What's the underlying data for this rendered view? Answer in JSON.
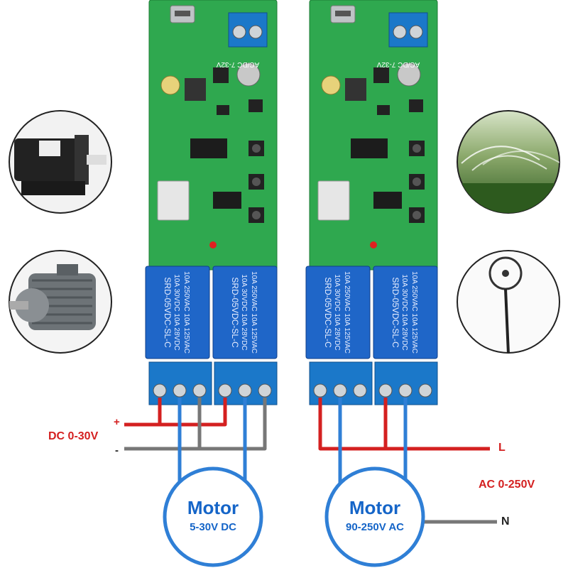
{
  "boards": [
    {
      "input_marking": "AC/DC 7-32V",
      "relay_text_lines": [
        "10A 250VAC  10A 125VAC",
        "10A 30VDC  10A 28VDC",
        "SRD-05VDC-SL-C"
      ]
    },
    {
      "input_marking": "AC/DC 7-32V",
      "relay_text_lines": [
        "10A 250VAC  10A 125VAC",
        "10A 30VDC  10A 28VDC",
        "SRD-05VDC-SL-C"
      ]
    }
  ],
  "left_circuit": {
    "supply_label": "DC 0-30V",
    "plus_sign": "+",
    "minus_sign": "-",
    "motor_title": "Motor",
    "motor_rating": "5-30V DC"
  },
  "right_circuit": {
    "line_label": "L",
    "supply_label": "AC 0-250V",
    "neutral_label": "N",
    "motor_title": "Motor",
    "motor_rating": "90-250V AC"
  },
  "thumbnails": [
    "dc-motor-photo",
    "ac-motor-photo",
    "sprinkler-photo",
    "fan-photo"
  ],
  "colors": {
    "pcb": "#2fa84f",
    "relay": "#1f66c8",
    "terminal": "#1b78c9",
    "wire_red": "#d42020",
    "wire_blue": "#2f7fd6",
    "wire_gray": "#777777",
    "motor_blue": "#1565c8",
    "label_red": "#d42020"
  }
}
